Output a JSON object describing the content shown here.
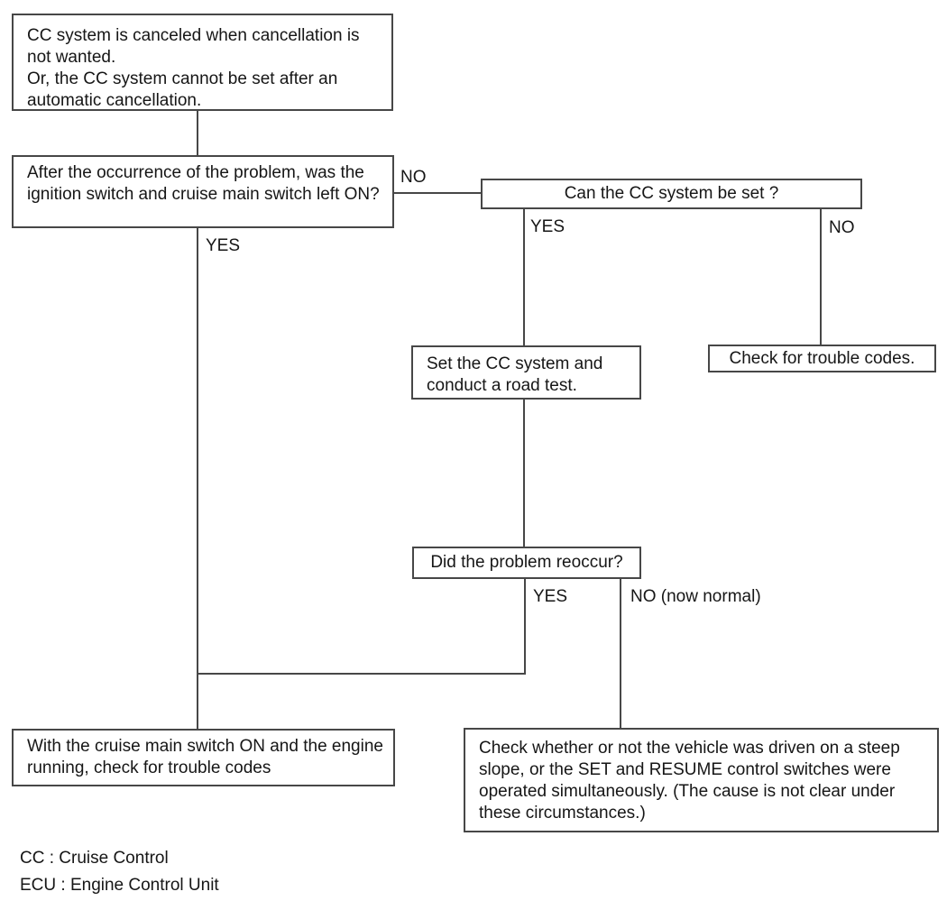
{
  "diagram": {
    "type": "flowchart",
    "colors": {
      "background": "#ffffff",
      "line": "#474747",
      "text": "#161616"
    },
    "nodes": {
      "problem_statement": "CC system is canceled when cancellation is not wanted.\nOr, the CC system cannot be set after an automatic cancellation.",
      "q_ignition_left_on": "After the occurrence of the problem, was the ignition switch and cruise main switch left ON?",
      "q_can_cc_be_set": "Can the CC system be set ?",
      "set_cc_road_test": "Set the CC system and conduct a road test.",
      "check_trouble_codes": "Check for trouble codes.",
      "q_problem_reoccur": "Did the problem reoccur?",
      "check_codes_engine_running": "With the cruise main switch ON and the engine running, check for trouble codes",
      "check_steep_slope": "Check whether or not the vehicle was driven on a steep slope, or the SET and RESUME control switches were operated simultaneously. (The cause is not clear under these circumstances.)"
    },
    "labels": {
      "no_1": "NO",
      "yes_1": "YES",
      "yes_2": "YES",
      "no_2": "NO",
      "yes_3": "YES",
      "no_3": "NO (now normal)"
    },
    "legend": [
      "CC : Cruise Control",
      "ECU : Engine Control Unit"
    ]
  }
}
